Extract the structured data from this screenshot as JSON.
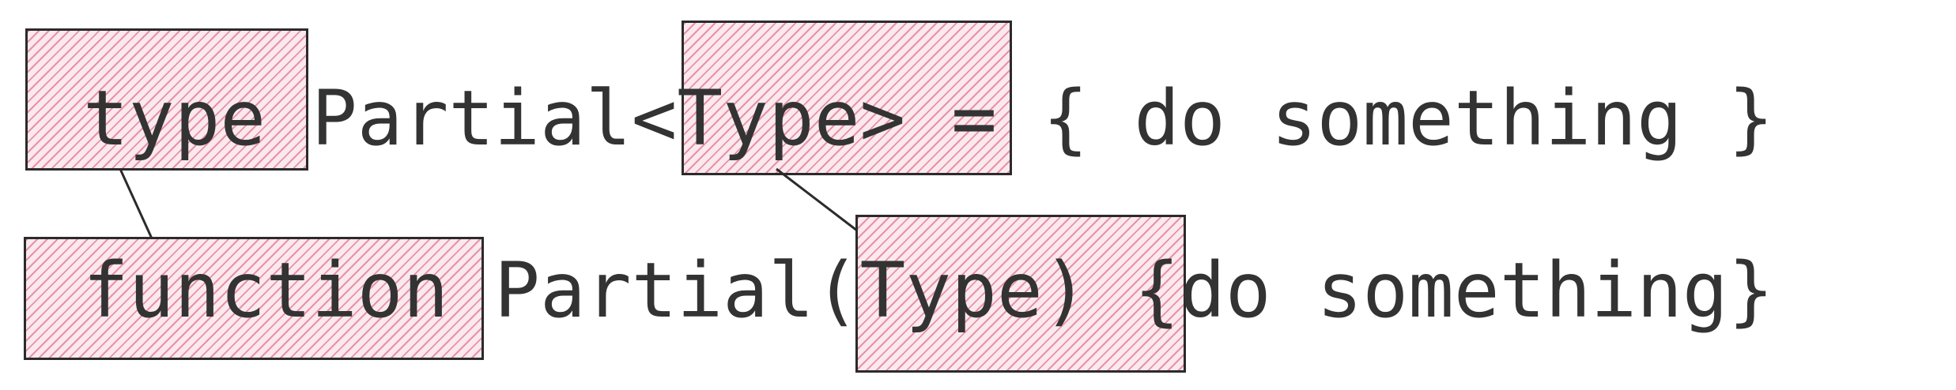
{
  "diagram": {
    "line1": {
      "keyword": "type",
      "name": "Partial",
      "param": "<Type>",
      "rest": " = { do something }"
    },
    "line2": {
      "keyword": "function",
      "name": "Partial",
      "param": "(Type)",
      "rest": " {do something}"
    },
    "highlight_color": "#e87896",
    "connector_color": "#2b2b2b",
    "text_color": "#333333"
  }
}
